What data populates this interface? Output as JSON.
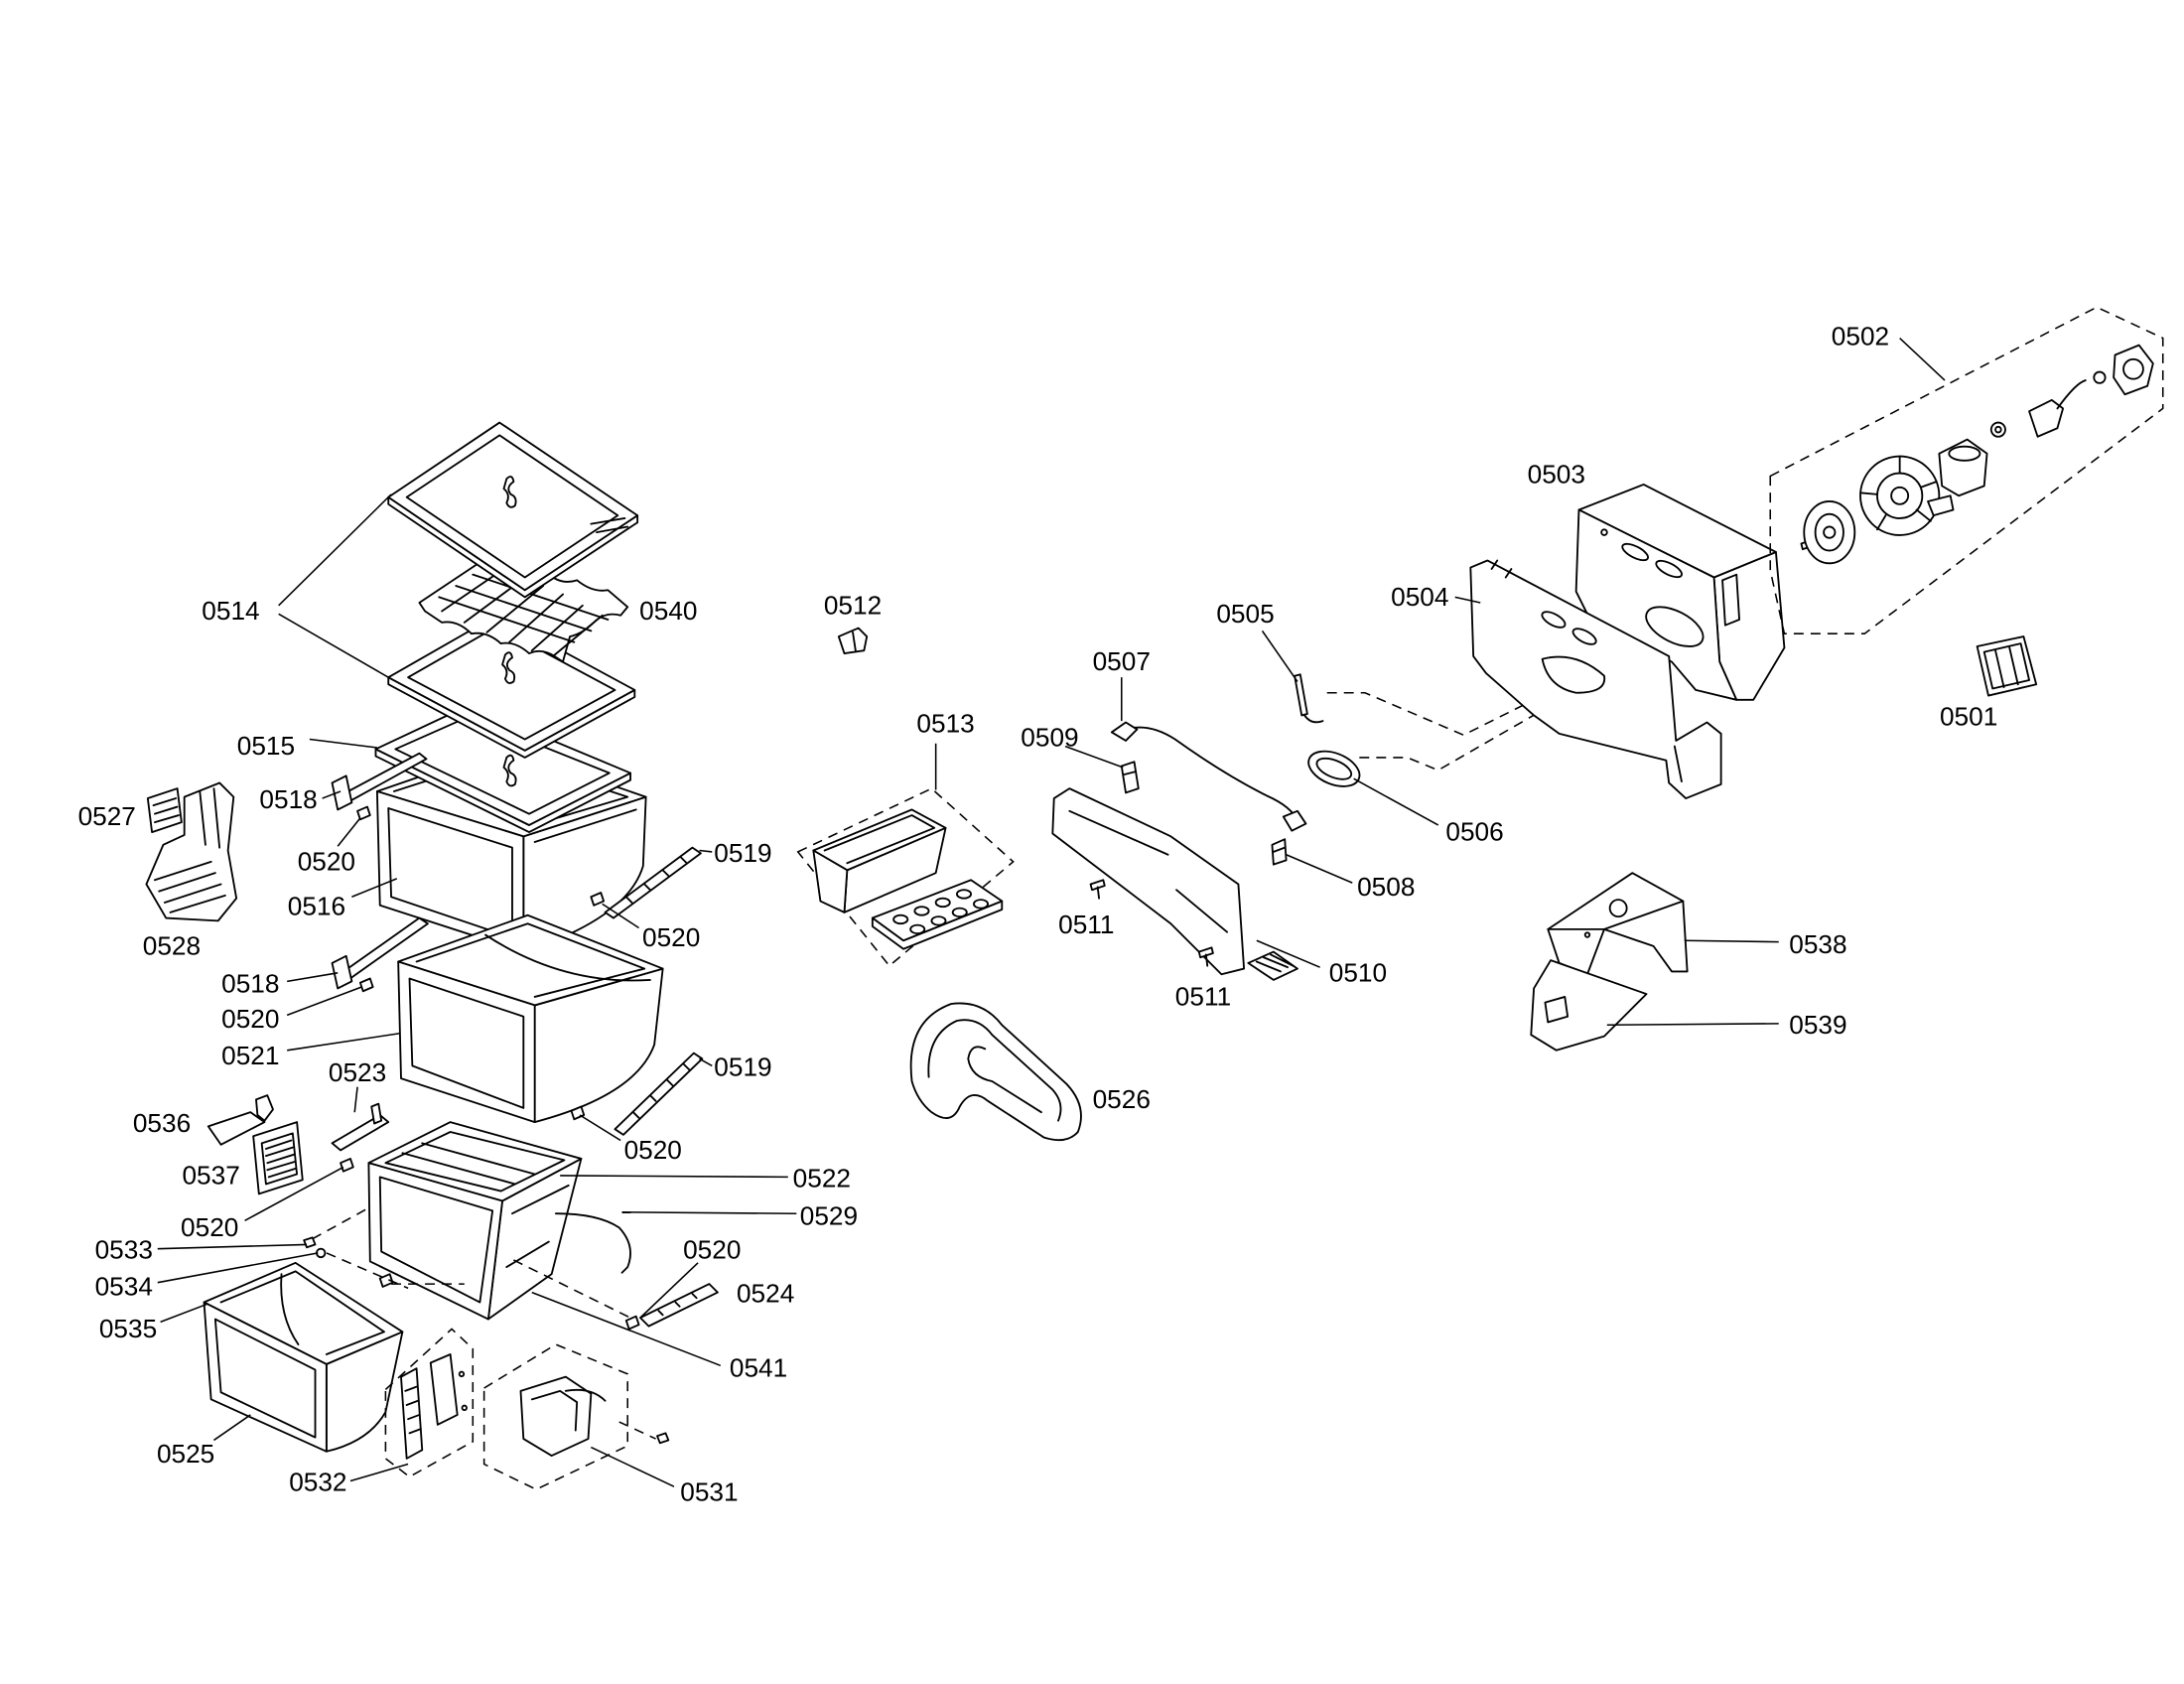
{
  "callouts": [
    "0502",
    "0503",
    "0504",
    "0505",
    "0501",
    "0512",
    "0507",
    "0509",
    "0513",
    "0506",
    "0508",
    "0511",
    "0511",
    "0510",
    "0538",
    "0539",
    "0526",
    "0514",
    "0540",
    "0515",
    "0518",
    "0527",
    "0520",
    "0519",
    "0516",
    "0520",
    "0528",
    "0518",
    "0520",
    "0521",
    "0519",
    "0523",
    "0536",
    "0537",
    "0520",
    "0522",
    "0529",
    "0520",
    "0533",
    "0520",
    "0534",
    "0524",
    "0535",
    "0541",
    "0525",
    "0532",
    "0531"
  ]
}
